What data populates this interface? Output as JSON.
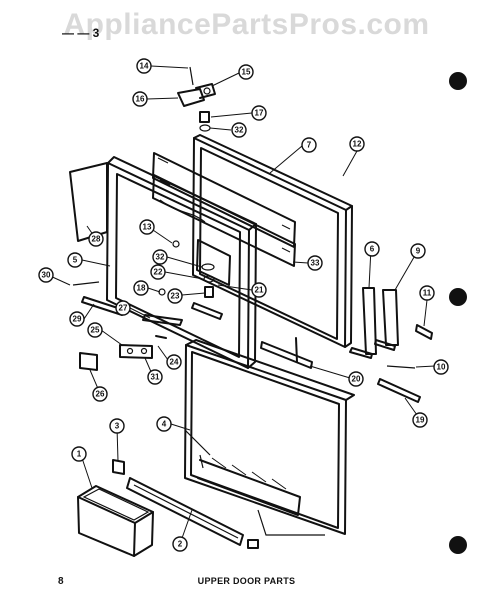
{
  "watermark": "AppliancePartsPros.com",
  "header_fragment": "— — 3",
  "footer": {
    "page_number": "8",
    "caption": "UPPER DOOR PARTS"
  },
  "callouts": [
    "14",
    "15",
    "16",
    "17",
    "32",
    "7",
    "12",
    "28",
    "5",
    "30",
    "13",
    "32",
    "22",
    "23",
    "21",
    "33",
    "29",
    "18",
    "27",
    "25",
    "24",
    "31",
    "26",
    "4",
    "6",
    "9",
    "11",
    "10",
    "20",
    "19",
    "3",
    "1",
    "2"
  ]
}
